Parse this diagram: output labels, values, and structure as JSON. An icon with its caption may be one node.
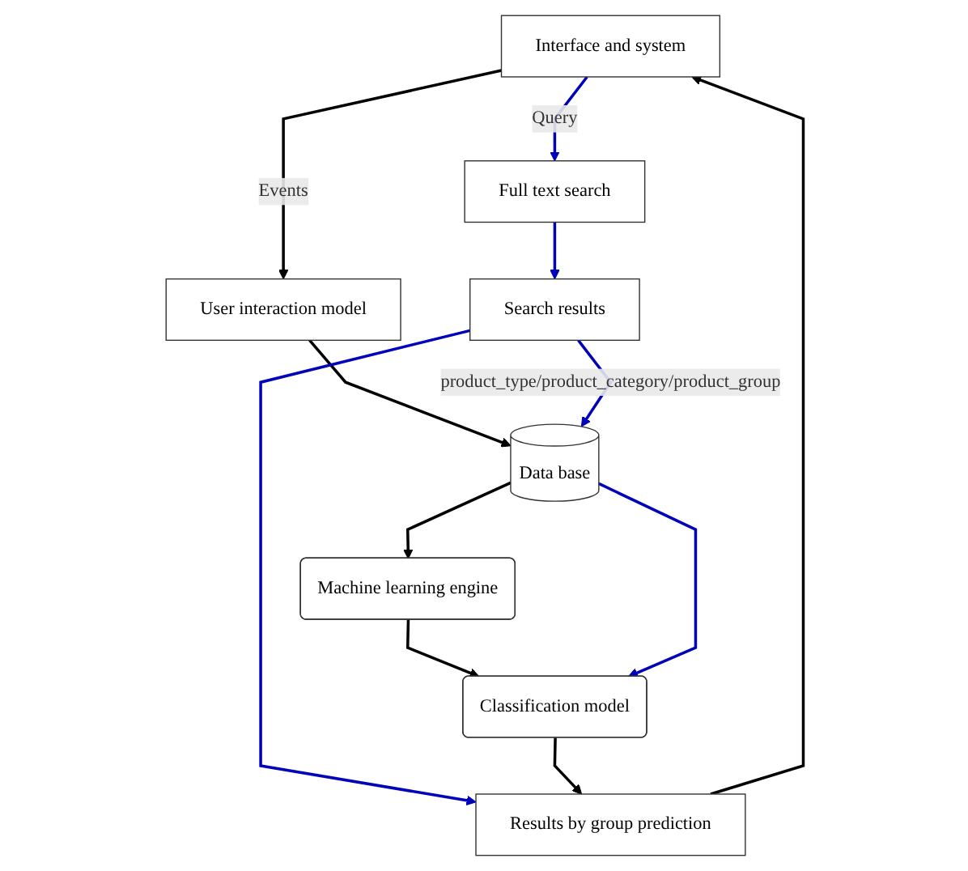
{
  "diagram": {
    "nodes": [
      {
        "text": [
          "Interface and system"
        ]
      },
      {
        "text": [
          "Full text search"
        ]
      },
      {
        "text": [
          "User interaction model"
        ]
      },
      {
        "text": [
          "Search results"
        ]
      },
      {
        "text": [
          "Data base"
        ]
      },
      {
        "text": [
          "Results by group prediction"
        ]
      },
      {
        "text": [
          "Classification model"
        ]
      },
      {
        "text": [
          "Machine learning engine"
        ]
      }
    ],
    "edges": [
      {
        "from": 5,
        "to": 0,
        "arrow": "to"
      },
      {
        "from": 0,
        "to": 1,
        "arrow": "to",
        "label": "Query",
        "color": "#0000bb"
      },
      {
        "from": 0,
        "to": 2,
        "arrow": "to",
        "label": "Events"
      },
      {
        "from": 1,
        "to": 3,
        "arrow": "to",
        "color": "#0000bb"
      },
      {
        "from": 2,
        "to": 4,
        "arrow": "to"
      },
      {
        "from": 3,
        "to": 4,
        "arrow": "to",
        "label": "product_type/product_category/product_group",
        "color": "#0000bb"
      },
      {
        "from": 3,
        "to": 5,
        "arrow": "to",
        "color": "#0000bb"
      },
      {
        "from": 4,
        "to": 7,
        "arrow": "to"
      },
      {
        "from": 7,
        "to": 6,
        "arrow": "to"
      },
      {
        "from": 6,
        "to": 5,
        "arrow": "to"
      },
      {
        "from": 4,
        "to": 6,
        "arrow": "to",
        "color": "#0000bb"
      }
    ]
  }
}
